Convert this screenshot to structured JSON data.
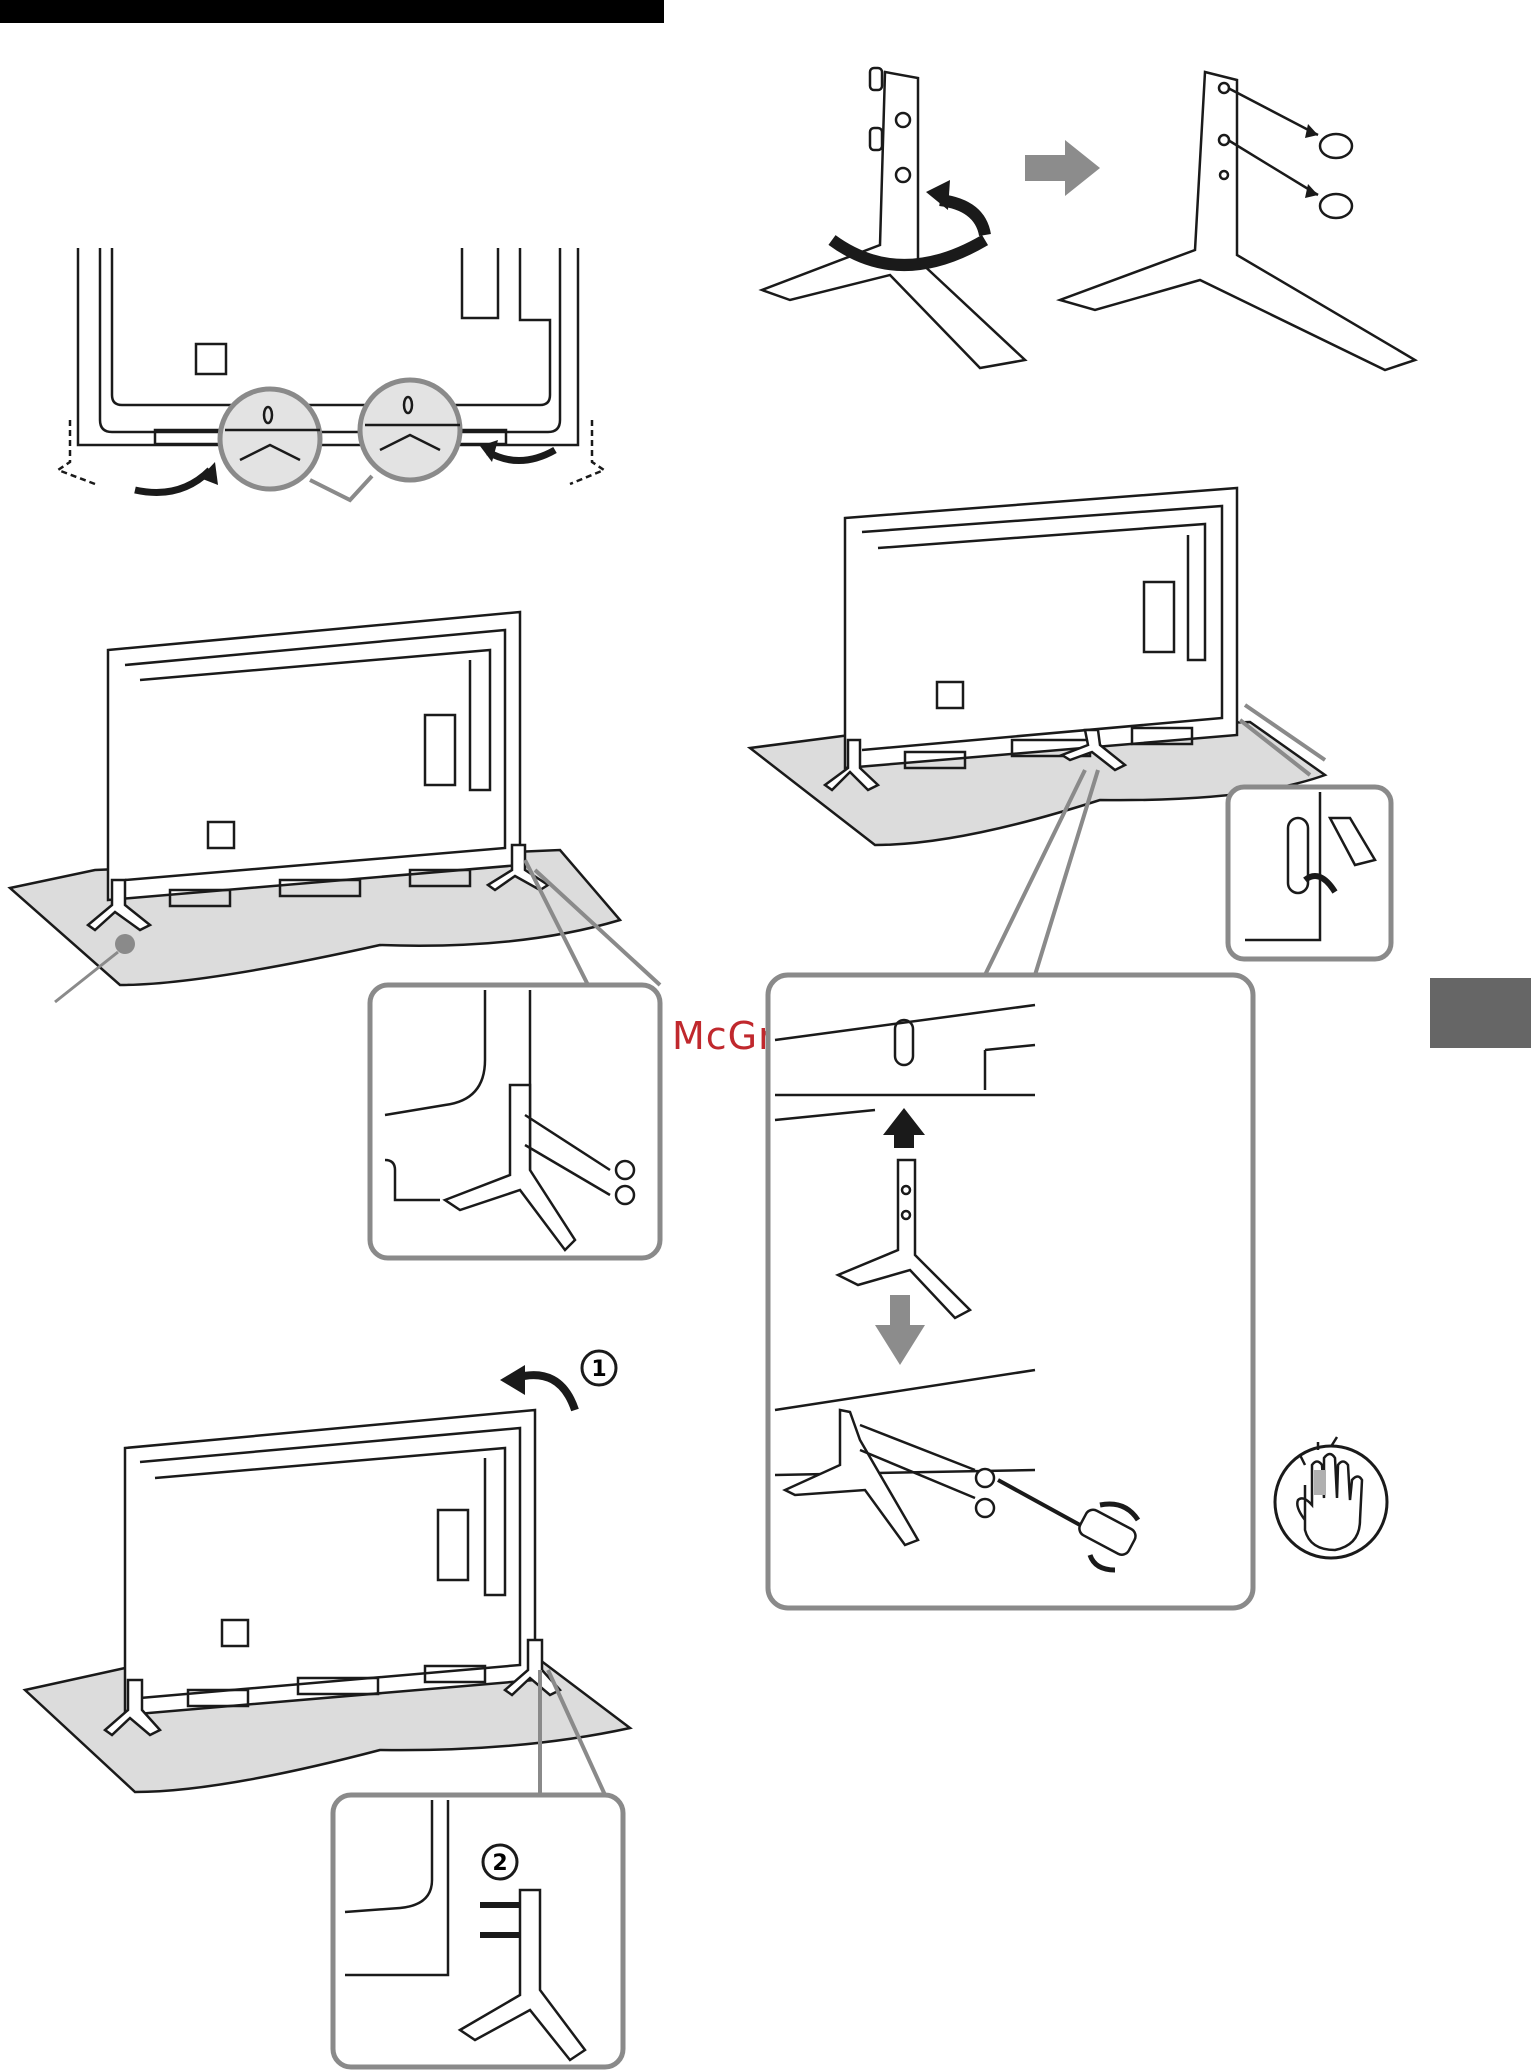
{
  "watermark": {
    "text": "McGrp.Ru",
    "color": "#c0282d"
  },
  "step_markers": {
    "step1": "1",
    "step2": "2"
  },
  "colors": {
    "line": "#1a1a1a",
    "panel_border": "#8a8a8a",
    "surface": "#d9d9d9",
    "arrow_gray": "#8c8c8c",
    "side_tab": "#666666",
    "header_bar": "#000000"
  },
  "icons": [
    "black-header-bar",
    "side-tab-marker",
    "hand-caution-icon",
    "gray-arrow-right-icon",
    "rotate-arrow-icon",
    "arrow-up-icon",
    "arrow-down-icon",
    "screw-icon",
    "screwdriver-icon"
  ]
}
